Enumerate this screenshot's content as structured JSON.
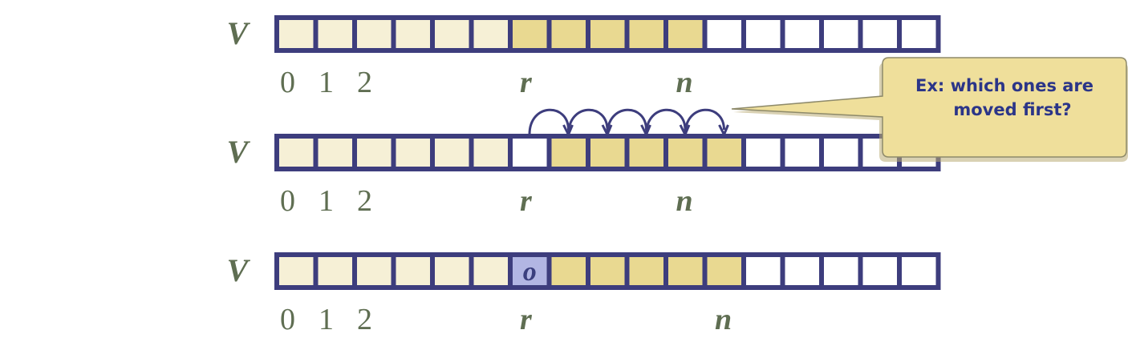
{
  "colors": {
    "cell_border": "#3d3d7d",
    "filled_light": "#f6f0d6",
    "filled_gold": "#e9d991",
    "empty": "#ffffff",
    "highlight": "#b2b6e3",
    "label_text": "#5f6e52",
    "callout_fill": "#efdf9b",
    "callout_text": "#2b3588"
  },
  "rows": [
    {
      "label": "V",
      "cells": [
        "light",
        "light",
        "light",
        "light",
        "light",
        "light",
        "gold",
        "gold",
        "gold",
        "gold",
        "gold",
        "empty",
        "empty",
        "empty",
        "empty",
        "empty",
        "empty"
      ],
      "cell_text": [
        "",
        "",
        "",
        "",
        "",
        "",
        "",
        "",
        "",
        "",
        "",
        "",
        "",
        "",
        "",
        "",
        ""
      ],
      "indices": [
        "0",
        "1",
        "2"
      ],
      "r_label": "r",
      "n_label": "n",
      "r_cell": 6,
      "n_cell": 11
    },
    {
      "label": "V",
      "cells": [
        "light",
        "light",
        "light",
        "light",
        "light",
        "light",
        "empty",
        "gold",
        "gold",
        "gold",
        "gold",
        "gold",
        "empty",
        "empty",
        "empty",
        "empty",
        "empty"
      ],
      "cell_text": [
        "",
        "",
        "",
        "",
        "",
        "",
        "",
        "",
        "",
        "",
        "",
        "",
        "",
        "",
        "",
        "",
        ""
      ],
      "indices": [
        "0",
        "1",
        "2"
      ],
      "r_label": "r",
      "n_label": "n",
      "r_cell": 6,
      "n_cell": 11
    },
    {
      "label": "V",
      "cells": [
        "light",
        "light",
        "light",
        "light",
        "light",
        "light",
        "highlight",
        "gold",
        "gold",
        "gold",
        "gold",
        "gold",
        "empty",
        "empty",
        "empty",
        "empty",
        "empty"
      ],
      "cell_text": [
        "",
        "",
        "",
        "",
        "",
        "",
        "o",
        "",
        "",
        "",
        "",
        "",
        "",
        "",
        "",
        "",
        ""
      ],
      "indices": [
        "0",
        "1",
        "2"
      ],
      "r_label": "r",
      "n_label": "n",
      "r_cell": 6,
      "n_cell": 12
    }
  ],
  "callout": {
    "line1": "Ex: which ones are",
    "line2": "moved first?"
  },
  "arrows": {
    "from_cell": 6,
    "count": 5
  }
}
